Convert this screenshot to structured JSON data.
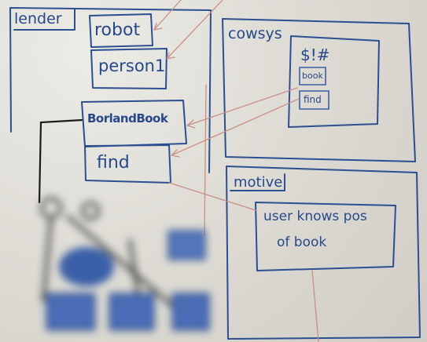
{
  "image": {
    "packages": {
      "lender": {
        "label": "lender"
      },
      "cowsys": {
        "label": "cowsys"
      },
      "motive": {
        "label": "motive"
      }
    },
    "classes": {
      "robot": {
        "label": "robot"
      },
      "person1": {
        "label": "person1"
      },
      "borland_book": {
        "label": "BorlandBook"
      },
      "find": {
        "label": "find"
      }
    },
    "cowsys_box": {
      "symbols": "$!#",
      "book": "book",
      "find": "find"
    },
    "note": {
      "line1": "user knows pos",
      "line2": "of book"
    },
    "colors": {
      "ink": "#2b4f8f",
      "board": "#d9d8d2",
      "red_ink": "#c98f86"
    }
  }
}
